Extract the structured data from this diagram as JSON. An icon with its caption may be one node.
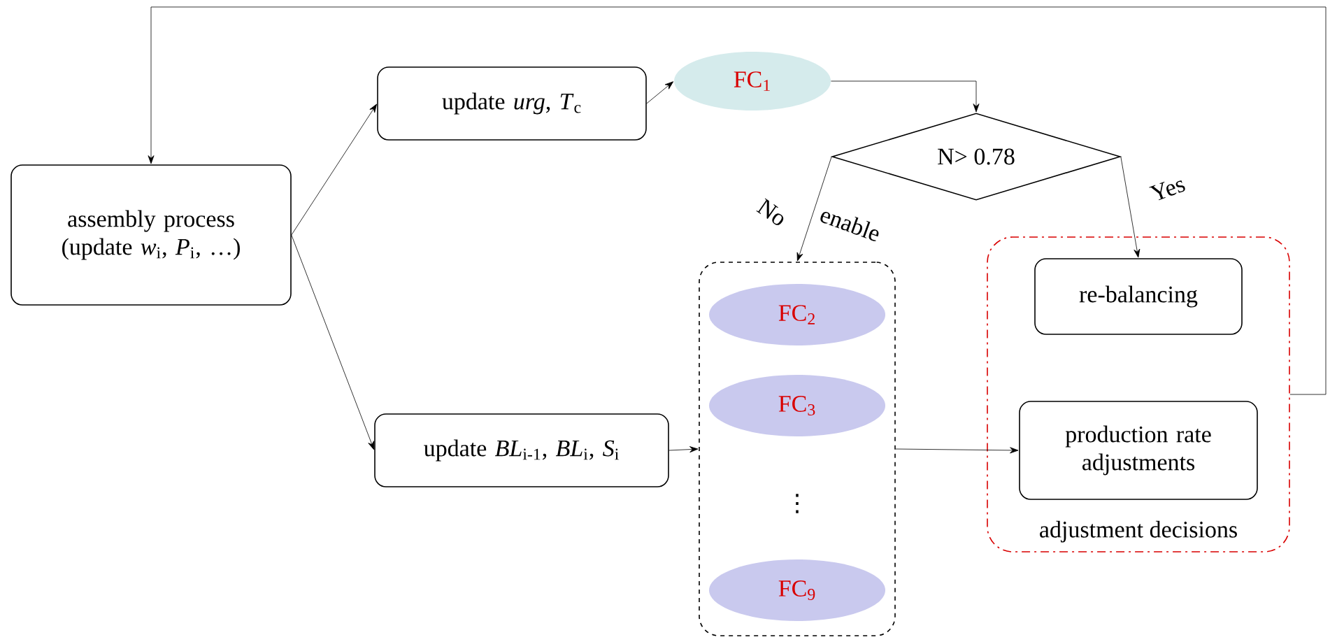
{
  "diagram": {
    "nodes": [
      {
        "text": [
          "assembly process (update *w*$_{i}$, *P*$_{i}$, …)"
        ]
      },
      {
        "text": [
          "update *urg*, *T*$_{c}$"
        ]
      },
      {
        "text": [
          "FC$_{1}$"
        ]
      },
      {
        "text": [
          "N> 0.78"
        ]
      },
      {
        "text": [],
        "shape": "box"
      },
      {
        "text": [
          "FC$_{2}$"
        ],
        "in": 4
      },
      {
        "text": [
          "FC$_{3}$"
        ],
        "in": 4
      },
      {
        "text": [
          "FC$_{9}$"
        ],
        "in": 4
      },
      {
        "text": [
          "adjustment decisions"
        ]
      },
      {
        "text": [
          "re-balancing"
        ],
        "in": 8
      },
      {
        "text": [
          "production rate adjustments"
        ],
        "in": 8
      },
      {
        "text": [
          "update *BL*$_{i-1}$, *BL*$_{i}$, *S*$_{i}$"
        ]
      }
    ],
    "edges": [
      {
        "from": 0,
        "to": 1,
        "arrow": "to"
      },
      {
        "from": 0,
        "to": 11,
        "arrow": "to"
      },
      {
        "from": 1,
        "to": 2,
        "arrow": "to"
      },
      {
        "from": 2,
        "to": 3,
        "arrow": "to"
      },
      {
        "from": 3,
        "to": 4,
        "arrow": "to",
        "label": "No"
      },
      {
        "from": 3,
        "to": 9,
        "arrow": "to",
        "label": "Yes"
      },
      {
        "from": 11,
        "to": 4,
        "arrow": "to"
      },
      {
        "from": 4,
        "to": 10,
        "arrow": "to"
      },
      {
        "from": 8,
        "to": 0,
        "arrow": "to"
      }
    ],
    "labels": [
      "enable",
      "⋮"
    ]
  }
}
